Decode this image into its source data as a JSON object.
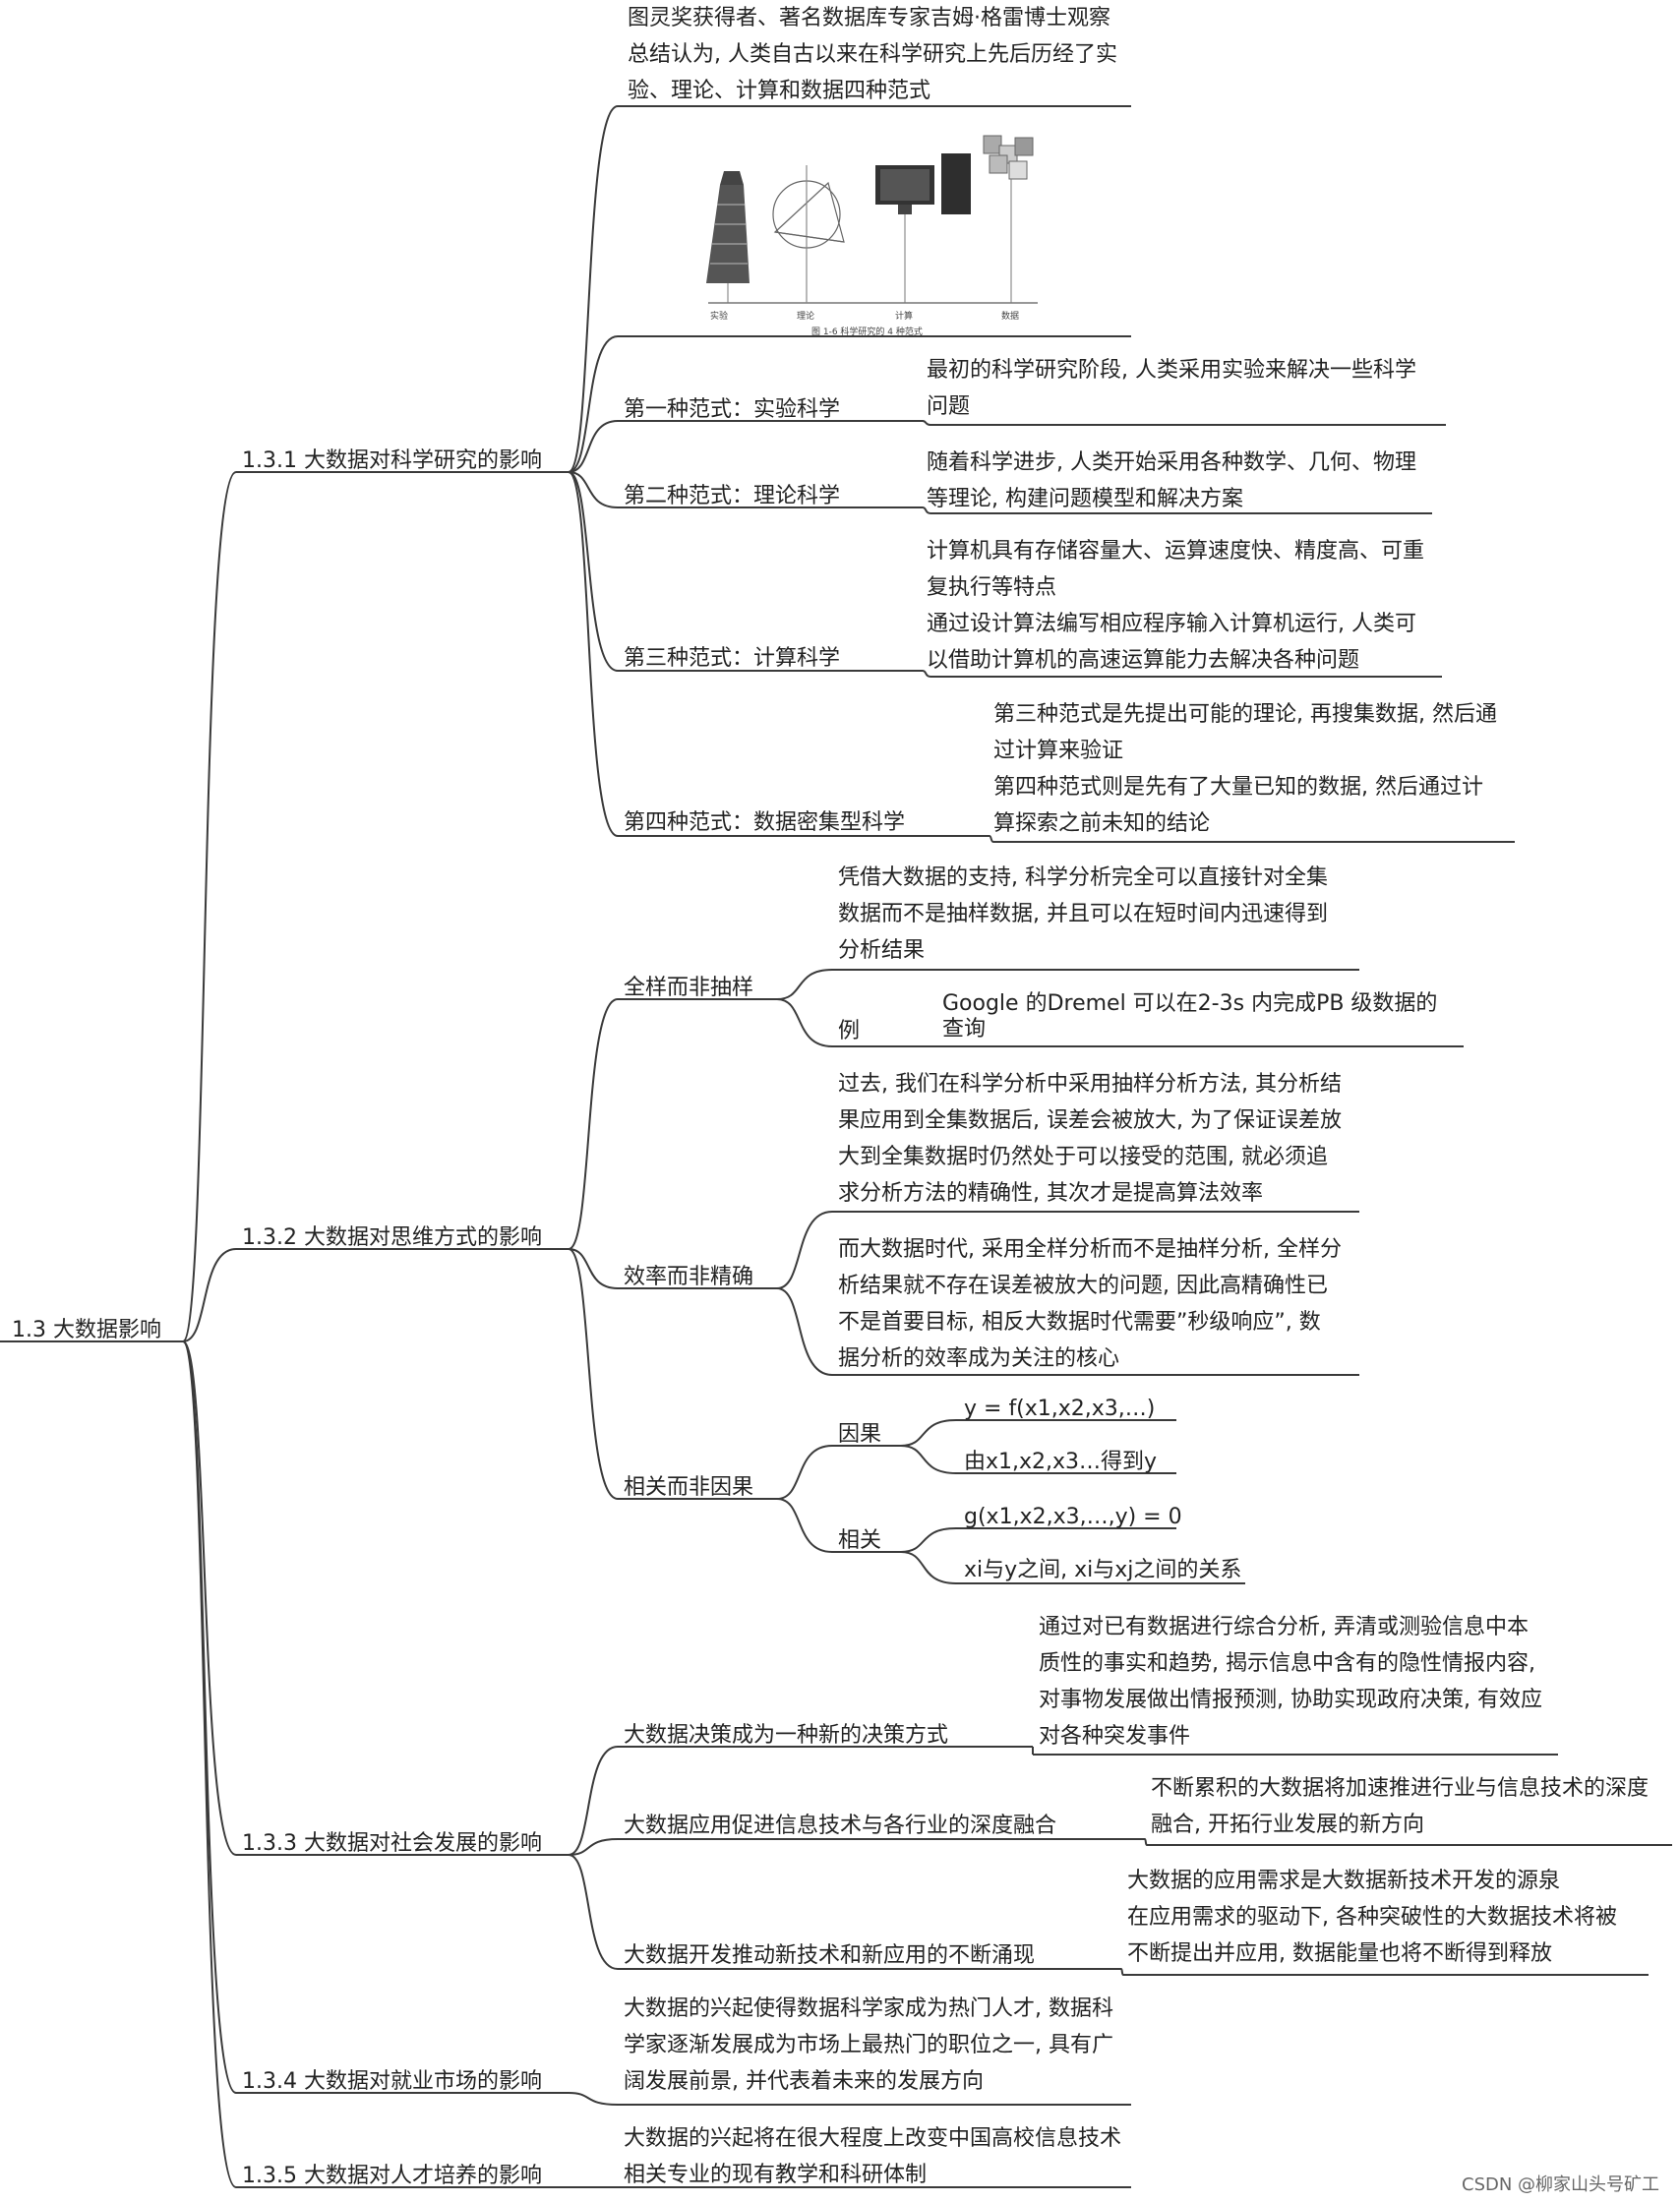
{
  "root": "1.3 大数据影响",
  "sections": {
    "s131": {
      "label": "1.3.1 大数据对科学研究的影响",
      "intro": [
        "图灵奖获得者、著名数据库专家吉姆·格雷博士观察",
        "总结认为, 人类自古以来在科学研究上先后历经了实",
        "验、理论、计算和数据四种范式"
      ],
      "figure": {
        "labels": [
          "实验",
          "理论",
          "计算",
          "数据"
        ],
        "caption": "图 1-6   科学研究的 4 种范式"
      },
      "p1": {
        "label": "第一种范式：实验科学",
        "detail": [
          "最初的科学研究阶段, 人类采用实验来解决一些科学",
          "问题"
        ]
      },
      "p2": {
        "label": "第二种范式：理论科学",
        "detail": [
          "随着科学进步, 人类开始采用各种数学、几何、物理",
          "等理论, 构建问题模型和解决方案"
        ]
      },
      "p3": {
        "label": "第三种范式：计算科学",
        "detail": [
          "计算机具有存储容量大、运算速度快、精度高、可重",
          "复执行等特点",
          "通过设计算法编写相应程序输入计算机运行, 人类可",
          "以借助计算机的高速运算能力去解决各种问题"
        ]
      },
      "p4": {
        "label": "第四种范式：数据密集型科学",
        "detail": [
          "第三种范式是先提出可能的理论, 再搜集数据, 然后通",
          "过计算来验证",
          "第四种范式则是先有了大量已知的数据, 然后通过计",
          "算探索之前未知的结论"
        ]
      }
    },
    "s132": {
      "label": "1.3.2 大数据对思维方式的影响",
      "full": {
        "label": "全样而非抽样",
        "detail": [
          "凭借大数据的支持, 科学分析完全可以直接针对全集",
          "数据而不是抽样数据, 并且可以在短时间内迅速得到",
          "分析结果"
        ],
        "example_label": "例",
        "example": [
          "Google 的Dremel 可以在2-3s 内完成PB 级数据的",
          "查询"
        ]
      },
      "eff": {
        "label": "效率而非精确",
        "detail1": [
          "过去, 我们在科学分析中采用抽样分析方法, 其分析结",
          "果应用到全集数据后, 误差会被放大, 为了保证误差放",
          "大到全集数据时仍然处于可以接受的范围, 就必须追",
          "求分析方法的精确性, 其次才是提高算法效率"
        ],
        "detail2": [
          "而大数据时代, 采用全样分析而不是抽样分析, 全样分",
          "析结果就不存在误差被放大的问题, 因此高精确性已",
          "不是首要目标, 相反大数据时代需要”秒级响应”, 数",
          "据分析的效率成为关注的核心"
        ]
      },
      "corr": {
        "label": "相关而非因果",
        "cause": {
          "label": "因果",
          "items": [
            "y = f(x1,x2,x3,…)",
            "由x1,x2,x3…得到y"
          ]
        },
        "relate": {
          "label": "相关",
          "items": [
            "g(x1,x2,x3,…,y) = 0",
            "xi与y之间, xi与xj之间的关系"
          ]
        }
      }
    },
    "s133": {
      "label": "1.3.3 大数据对社会发展的影响",
      "decision": {
        "label": "大数据决策成为一种新的决策方式",
        "detail": [
          "通过对已有数据进行综合分析, 弄清或测验信息中本",
          "质性的事实和趋势, 揭示信息中含有的隐性情报内容,",
          "对事物发展做出情报预测, 协助实现政府决策, 有效应",
          "对各种突发事件"
        ]
      },
      "fusion": {
        "label": "大数据应用促进信息技术与各行业的深度融合",
        "detail": [
          "不断累积的大数据将加速推进行业与信息技术的深度",
          "融合, 开拓行业发展的新方向"
        ]
      },
      "tech": {
        "label": "大数据开发推动新技术和新应用的不断涌现",
        "detail": [
          "大数据的应用需求是大数据新技术开发的源泉",
          "在应用需求的驱动下, 各种突破性的大数据技术将被",
          "不断提出并应用, 数据能量也将不断得到释放"
        ]
      }
    },
    "s134": {
      "label": "1.3.4 大数据对就业市场的影响",
      "detail": [
        "大数据的兴起使得数据科学家成为热门人才, 数据科",
        "学家逐渐发展成为市场上最热门的职位之一, 具有广",
        "阔发展前景, 并代表着未来的发展方向"
      ]
    },
    "s135": {
      "label": "1.3.5 大数据对人才培养的影响",
      "detail": [
        "大数据的兴起将在很大程度上改变中国高校信息技术",
        "相关专业的现有教学和科研体制"
      ]
    }
  },
  "watermark": "CSDN @柳家山头号矿工",
  "colors": {
    "line": "#3a3a3a",
    "text": "#222222"
  }
}
